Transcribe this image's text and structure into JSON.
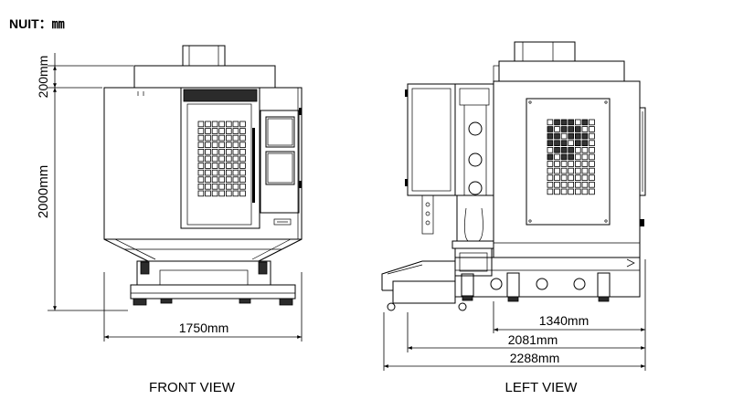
{
  "header": {
    "unit_label": "NUIT：㎜"
  },
  "front_view": {
    "caption": "FRONT VIEW",
    "dim_head_height": "200mm",
    "dim_body_height": "2000mm",
    "dim_width": "1750mm"
  },
  "left_view": {
    "caption": "LEFT VIEW",
    "dim_body_depth": "1340mm",
    "dim_door_open_depth": "2081mm",
    "dim_total_depth": "2288mm"
  }
}
